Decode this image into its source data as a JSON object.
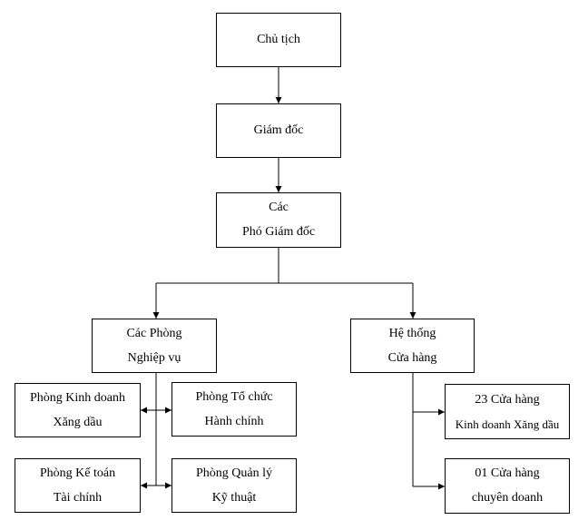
{
  "nodes": {
    "chairman": {
      "lines": [
        "Chủ tịch"
      ]
    },
    "director": {
      "lines": [
        "Giám đốc"
      ]
    },
    "deputy_directors": {
      "lines": [
        "Các",
        "Phó Giám đốc"
      ]
    },
    "professional_departments": {
      "lines": [
        "Các Phòng",
        "Nghiệp vụ"
      ]
    },
    "store_system": {
      "lines": [
        "Hệ thống",
        "Cửa hàng"
      ]
    },
    "fuel_business_dept": {
      "lines": [
        "Phòng Kinh doanh",
        "Xăng dầu"
      ]
    },
    "admin_org_dept": {
      "lines": [
        "Phòng Tổ chức",
        "Hành chính"
      ]
    },
    "finance_accounting_dept": {
      "lines": [
        "Phòng Kế toán",
        "Tài chính"
      ]
    },
    "technical_mgmt_dept": {
      "lines": [
        "Phòng Quản lý",
        "Kỹ thuật"
      ]
    },
    "fuel_stores": {
      "lines": [
        "23 Cửa hàng",
        "Kinh doanh Xăng dầu"
      ]
    },
    "specialized_store": {
      "lines": [
        "01 Cửa hàng",
        "chuyên doanh"
      ]
    }
  }
}
